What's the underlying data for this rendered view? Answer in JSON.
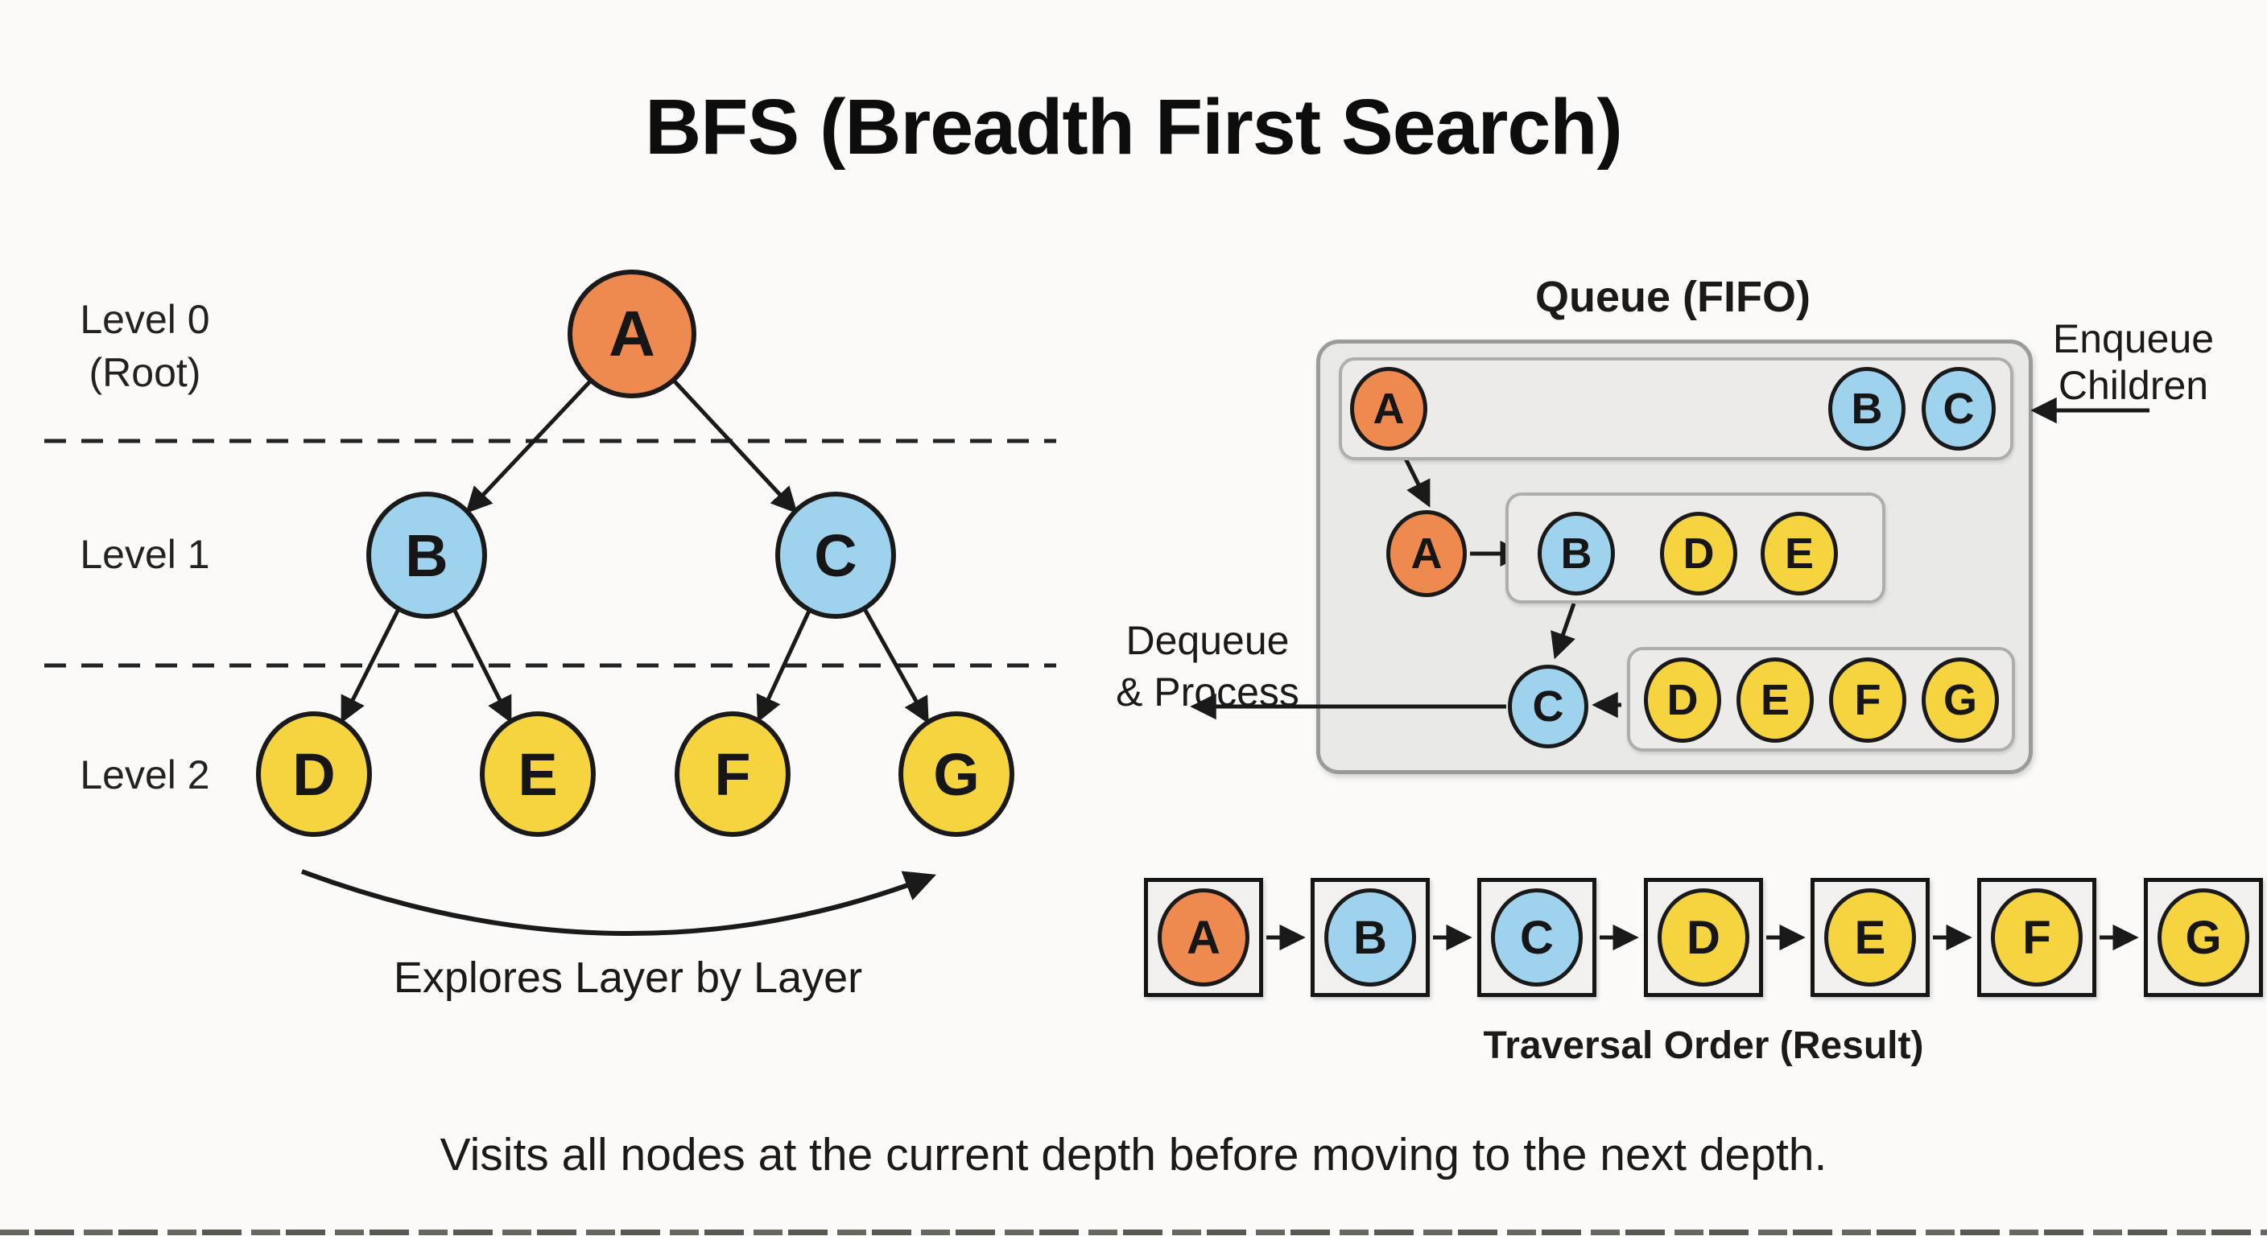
{
  "title": "BFS (Breadth First Search)",
  "footer": "Visits all nodes at the current depth before moving to the next depth.",
  "palette": {
    "orange": "#ee8a50",
    "blue": "#9ed2ed",
    "yellow": "#f5d43f",
    "ink": "#1a1a1a",
    "background": "#fbfaf8",
    "queue_box_fill": "#e9e9e7",
    "queue_box_border": "#9b9b99",
    "queue_row_fill": "#ecebe9",
    "result_square_fill": "#f1f0ee"
  },
  "tree": {
    "level_labels": [
      {
        "line1": "Level 0",
        "line2": "(Root)"
      },
      {
        "line1": "Level 1"
      },
      {
        "line1": "Level 2"
      }
    ],
    "nodes": [
      {
        "label": "A",
        "color": "#ee8a50"
      },
      {
        "label": "B",
        "color": "#9ed2ed"
      },
      {
        "label": "C",
        "color": "#9ed2ed"
      },
      {
        "label": "D",
        "color": "#f5d43f"
      },
      {
        "label": "E",
        "color": "#f5d43f"
      },
      {
        "label": "F",
        "color": "#f5d43f"
      },
      {
        "label": "G",
        "color": "#f5d43f"
      }
    ],
    "caption": "Explores Layer by Layer"
  },
  "queue": {
    "title": "Queue (FIFO)",
    "enqueue_label": {
      "line1": "Enqueue",
      "line2": "Children"
    },
    "dequeue_label": {
      "line1": "Dequeue",
      "line2": "& Process"
    },
    "row1": {
      "front": {
        "label": "A",
        "color": "#ee8a50"
      },
      "items": [
        {
          "label": "B",
          "color": "#9ed2ed"
        },
        {
          "label": "C",
          "color": "#9ed2ed"
        }
      ]
    },
    "row2": {
      "front": {
        "label": "A",
        "color": "#ee8a50"
      },
      "items": [
        {
          "label": "B",
          "color": "#9ed2ed"
        },
        {
          "label": "D",
          "color": "#f5d43f"
        },
        {
          "label": "E",
          "color": "#f5d43f"
        }
      ]
    },
    "row3": {
      "front": {
        "label": "C",
        "color": "#9ed2ed"
      },
      "items": [
        {
          "label": "D",
          "color": "#f5d43f"
        },
        {
          "label": "E",
          "color": "#f5d43f"
        },
        {
          "label": "F",
          "color": "#f5d43f"
        },
        {
          "label": "G",
          "color": "#f5d43f"
        }
      ]
    }
  },
  "traversal": {
    "label": "Traversal Order (Result)",
    "nodes": [
      {
        "label": "A",
        "color": "#ee8a50"
      },
      {
        "label": "B",
        "color": "#9ed2ed"
      },
      {
        "label": "C",
        "color": "#9ed2ed"
      },
      {
        "label": "D",
        "color": "#f5d43f"
      },
      {
        "label": "E",
        "color": "#f5d43f"
      },
      {
        "label": "F",
        "color": "#f5d43f"
      },
      {
        "label": "G",
        "color": "#f5d43f"
      }
    ]
  }
}
